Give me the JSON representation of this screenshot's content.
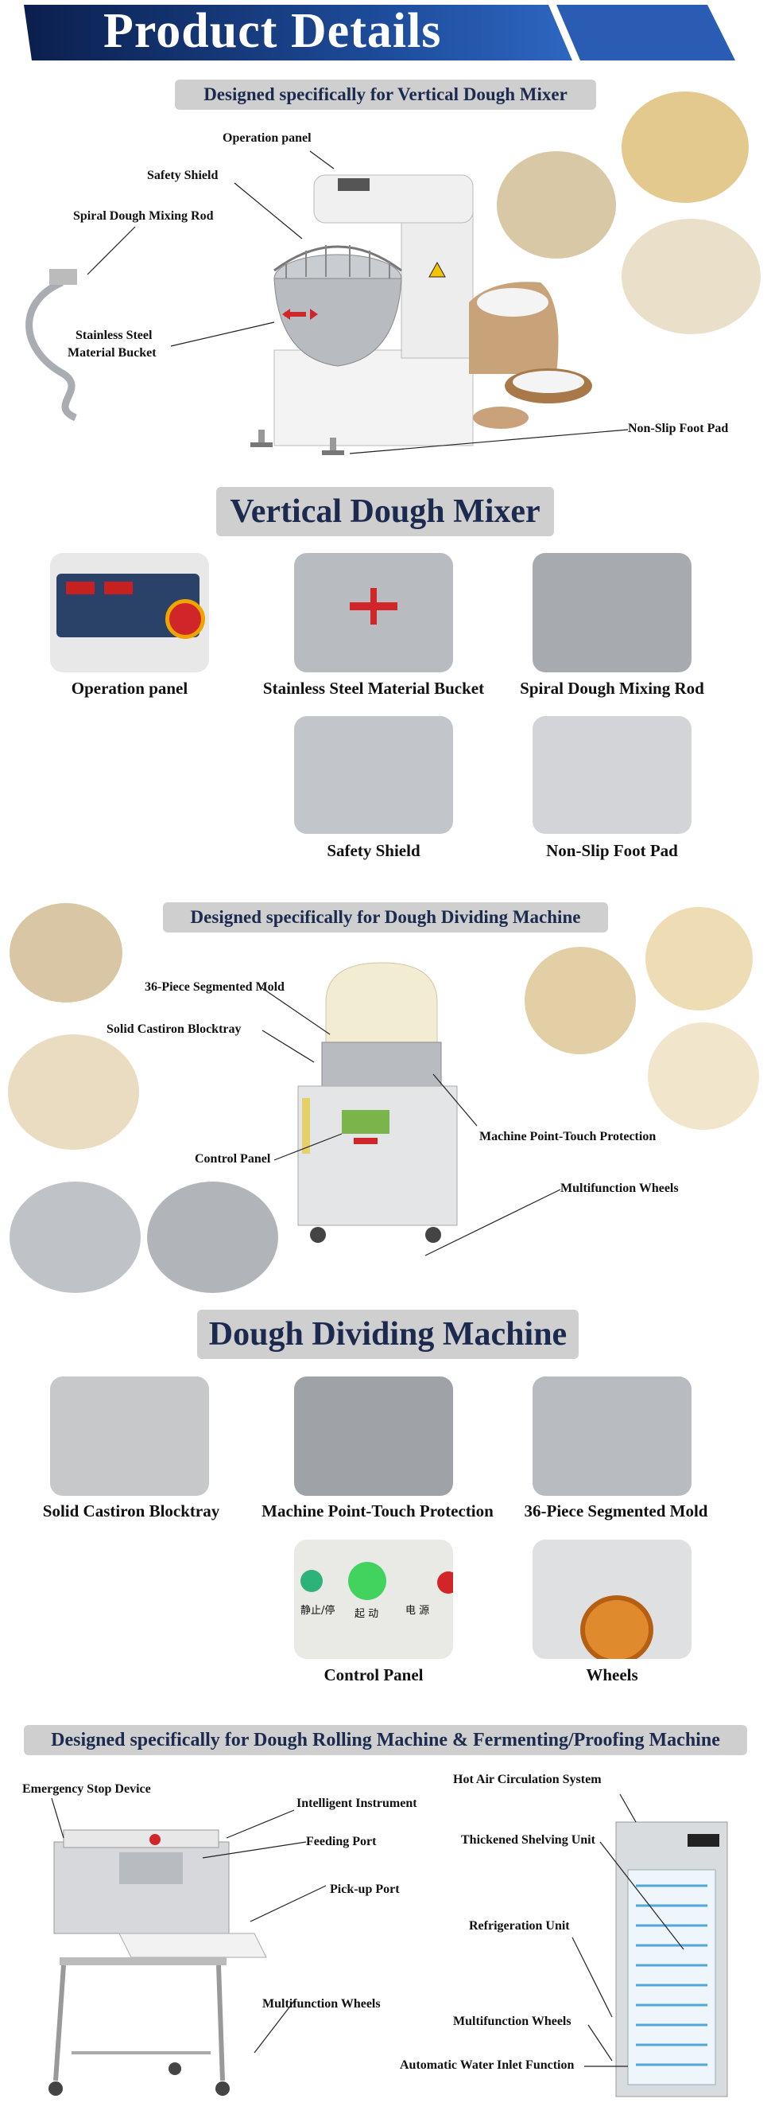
{
  "header": {
    "title": "Product Details"
  },
  "sections": {
    "mixer": {
      "subtitle": "Designed specifically for Vertical Dough Mixer",
      "callouts": {
        "operation_panel": "Operation panel",
        "safety_shield": "Safety Shield",
        "spiral_rod": "Spiral Dough Mixing Rod",
        "bucket_line1": "Stainless Steel",
        "bucket_line2": "Material Bucket",
        "foot_pad": "Non-Slip Foot Pad"
      },
      "title": "Vertical Dough Mixer",
      "features": [
        "Operation panel",
        "Stainless Steel Material Bucket",
        "Spiral Dough Mixing Rod",
        "Safety Shield",
        "Non-Slip Foot Pad"
      ]
    },
    "divider": {
      "subtitle": "Designed specifically for Dough Dividing Machine",
      "callouts": {
        "mold": "36-Piece Segmented Mold",
        "blocktray": "Solid Castiron Blocktray",
        "control_panel": "Control Panel",
        "protection": "Machine Point-Touch  Protection",
        "wheels": "Multifunction Wheels"
      },
      "title": "Dough Dividing Machine",
      "features": [
        "Solid Castiron Blocktray",
        "Machine Point-Touch  Protection",
        "36-Piece Segmented Mold",
        "Control Panel",
        "Wheels"
      ],
      "panel_labels": {
        "left": "静止/停",
        "middle": "起 动",
        "right": "电 源"
      }
    },
    "rolling": {
      "subtitle": "Designed specifically for Dough Rolling Machine & Fermenting/Proofing Machine",
      "callouts": {
        "emergency": "Emergency Stop Device",
        "instrument": "Intelligent Instrument",
        "feeding": "Feeding Port",
        "pickup": "Pick-up Port",
        "wheels_left": "Multifunction Wheels",
        "hot_air": "Hot Air Circulation System",
        "shelving": "Thickened Shelving Unit",
        "refrigeration": "Refrigeration Unit",
        "wheels_right": "Multifunction Wheels",
        "water": "Automatic Water Inlet Function"
      }
    }
  },
  "colors": {
    "navy": "#1b2a4e",
    "banner_blue": "#1f4fa0",
    "steel": "#c9ccd0",
    "red": "#d0262a"
  }
}
